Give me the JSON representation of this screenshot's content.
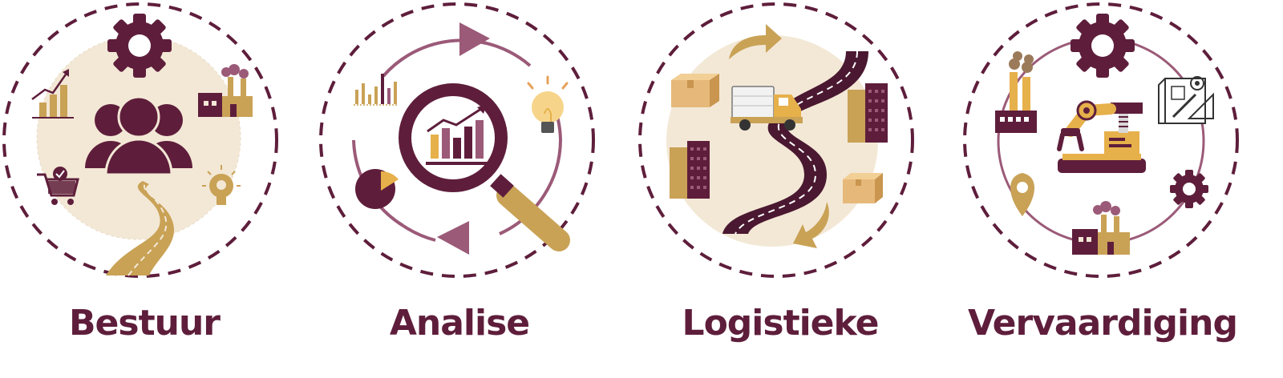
{
  "colors": {
    "maroon": "#5e1e3b",
    "mauve": "#9b5a78",
    "gold": "#c9a256",
    "cream": "#f3e8d6",
    "orange": "#e6b04a"
  },
  "panels": [
    {
      "label": "Bestuur",
      "icons": [
        "gear-icon",
        "people-icon",
        "bar-chart-icon",
        "factory-icon",
        "shopping-cart-icon",
        "road-icon",
        "lightbulb-icon"
      ]
    },
    {
      "label": "Analise",
      "icons": [
        "cycle-arrows-icon",
        "magnifying-glass-icon",
        "bar-chart-icon",
        "lightbulb-icon",
        "pie-chart-icon"
      ]
    },
    {
      "label": "Logistieke",
      "icons": [
        "road-icon",
        "truck-icon",
        "box-icon",
        "building-icon",
        "arrow-icon"
      ]
    },
    {
      "label": "Vervaardiging",
      "icons": [
        "gear-icon",
        "factory-icon",
        "robot-arm-icon",
        "blueprint-icon",
        "location-pin-icon"
      ]
    }
  ]
}
